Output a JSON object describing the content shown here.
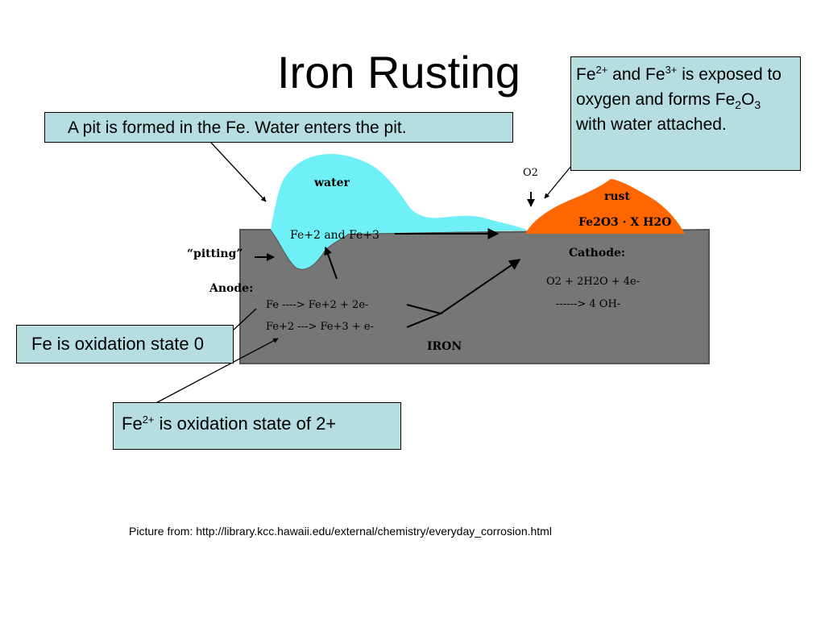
{
  "slide": {
    "title": "Iron Rusting",
    "credit": "Picture from: http://library.kcc.hawaii.edu/external/chemistry/everyday_corrosion.html"
  },
  "callouts": {
    "pit": "A pit is formed in the Fe. Water enters the pit.",
    "oxidation": {
      "fe": "Fe",
      "sup2": "2+",
      "and": " and Fe",
      "sup3": "3+",
      "is": " is exposed to oxygen and forms Fe",
      "sub2": "2",
      "o": "O",
      "sub3": "3",
      "rest": " with water attached."
    },
    "fe_zero": "Fe is oxidation state 0",
    "fe_two": {
      "fe": "Fe",
      "sup": "2+",
      "rest": " is oxidation state of 2+"
    }
  },
  "diagram": {
    "water_label": "water",
    "water_ions": "Fe+2 and Fe+3",
    "pitting_label": "“pitting”",
    "anode_label": "Anode:",
    "anode_eq1": "Fe  ---->  Fe+2  + 2e-",
    "anode_eq2": "Fe+2 ---> Fe+3  + e-",
    "iron_label": "IRON",
    "cathode_label": "Cathode:",
    "cathode_eq1": "O2  +  2H2O  +  4e-",
    "cathode_eq2": "------> 4 OH-",
    "o2_label": "O2",
    "rust_label": "rust",
    "rust_formula": "Fe2O3 · X H2O",
    "colors": {
      "iron": "#767676",
      "water": "#6ff0f6",
      "rust": "#ff6600",
      "callout_fill": "#b6dde0"
    }
  }
}
